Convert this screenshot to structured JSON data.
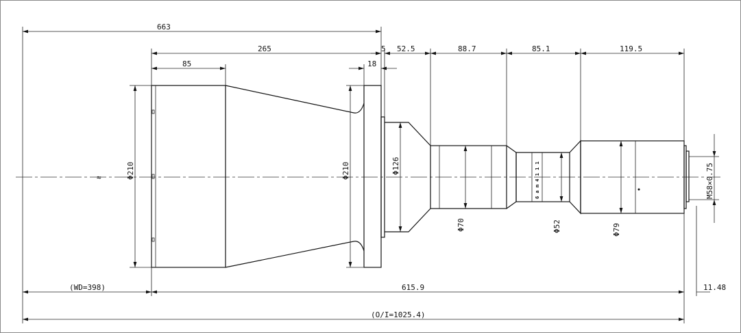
{
  "dimensions": {
    "top": {
      "overall": "663",
      "body": "265",
      "front_barrel": "85",
      "flange": "18",
      "step": "5",
      "seg1": "52.5",
      "seg2": "88.7",
      "seg3": "85.1",
      "seg4": "119.5"
    },
    "diameters": {
      "front": "Φ210",
      "flange": "Φ210",
      "cone": "Φ126",
      "tube1": "Φ70",
      "tube2": "Φ52",
      "tube3": "Φ79"
    },
    "thread": "M58×0.75",
    "bottom": {
      "working_distance": "(WD=398)",
      "length": "615.9",
      "back": "11.48",
      "object_image": "(O/I=1025.4)"
    },
    "focus_ring_marks": "6 a m 4 1 1 1"
  },
  "colors": {
    "line": "#111111",
    "background": "#ffffff"
  }
}
